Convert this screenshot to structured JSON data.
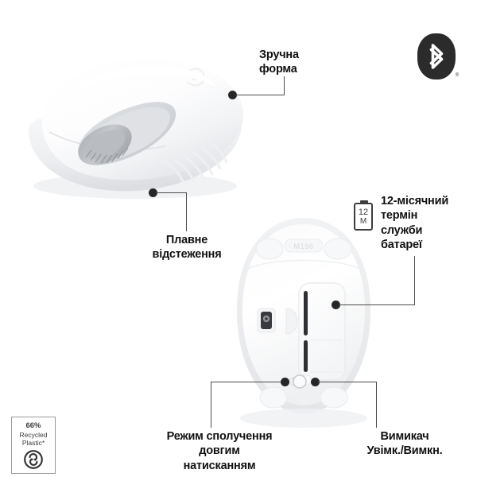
{
  "page": {
    "title": "Wireless Mouse Feature Callouts",
    "background_color": "#ffffff",
    "text_color": "#111111",
    "line_color": "#4c4c4c",
    "dot_color": "#262626"
  },
  "bluetooth_badge": {
    "icon": "bluetooth-icon",
    "registered_mark": "®",
    "badge_color": "#2b2b2b",
    "glyph_color": "#ffffff"
  },
  "battery_icon": {
    "icon": "battery-icon",
    "value": "12",
    "unit": "M",
    "outline_color": "#3d3d3d"
  },
  "recycled_badge": {
    "percent": "66%",
    "line1": "Recycled",
    "line2": "Plastic*",
    "icon": "recycle-loop-icon",
    "border_color": "#9a9a9a",
    "text_color": "#3a3a3a"
  },
  "product": {
    "top_view_label": "mouse-top-view",
    "bottom_view_label": "mouse-bottom-view",
    "model_emboss": "M196",
    "power_switch_symbols": "⏻ / ⚡",
    "body_color": "#fdfdfd",
    "shadow_color": "#e9eaec",
    "detail_color": "#c9cbce"
  },
  "callouts": [
    {
      "id": "comfortable-shape",
      "name": "callout-comfortable-shape",
      "text": "Зручна\nформа",
      "align": "left"
    },
    {
      "id": "smooth-tracking",
      "name": "callout-smooth-tracking",
      "text": "Плавне\nвідстеження",
      "align": "center"
    },
    {
      "id": "battery-life",
      "name": "callout-battery-life",
      "text": "12-місячний\nтермін\nслужби\nбатареї",
      "align": "left"
    },
    {
      "id": "pairing-mode",
      "name": "callout-pairing-mode",
      "text": "Режим сполучення\nдовгим\nнатисканням",
      "align": "center"
    },
    {
      "id": "power-switch",
      "name": "callout-power-switch",
      "text": "Вимикач\nУвімк./Вимкн.",
      "align": "center"
    }
  ]
}
